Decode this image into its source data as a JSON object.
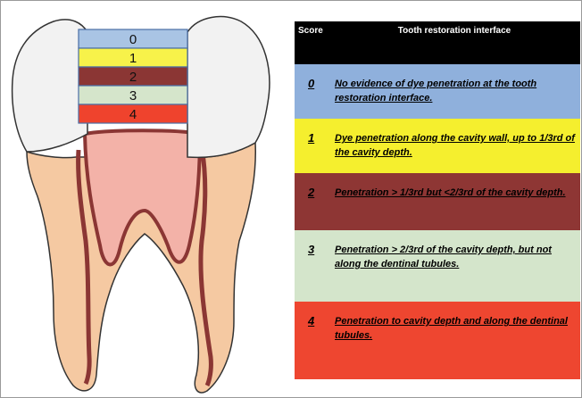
{
  "figure": {
    "scores": [
      "0",
      "1",
      "2",
      "3",
      "4"
    ],
    "colors": {
      "score0": "#a9c4e4",
      "score1": "#f7f24a",
      "score2": "#8b3634",
      "score3": "#d5e5cb",
      "score4": "#ef432d",
      "crown": "#f2f2f2",
      "root": "#f5c9a2",
      "canal": "#8b3634",
      "canal_fill": "#f3b2a8"
    }
  },
  "table": {
    "header_score": "Score",
    "header_desc": "Tooth restoration interface",
    "rows": [
      {
        "score": "0",
        "desc": "No evidence of dye penetration at the tooth restoration interface.",
        "color": "#8fb0dc"
      },
      {
        "score": "1",
        "desc": "Dye penetration along the cavity wall, up to 1/3rd of the cavity depth.",
        "color": "#f5ef2e"
      },
      {
        "score": "2",
        "desc": "Penetration > 1/3rd but <2/3rd of the cavity depth.",
        "color": "#8e3634"
      },
      {
        "score": "3",
        "desc": "Penetration > 2/3rd of the cavity depth, but not along the dentinal tubules.",
        "color": "#d4e5cb"
      },
      {
        "score": "4",
        "desc": "Penetration to cavity depth and along the dentinal tubules.",
        "color": "#ee4630"
      }
    ]
  }
}
